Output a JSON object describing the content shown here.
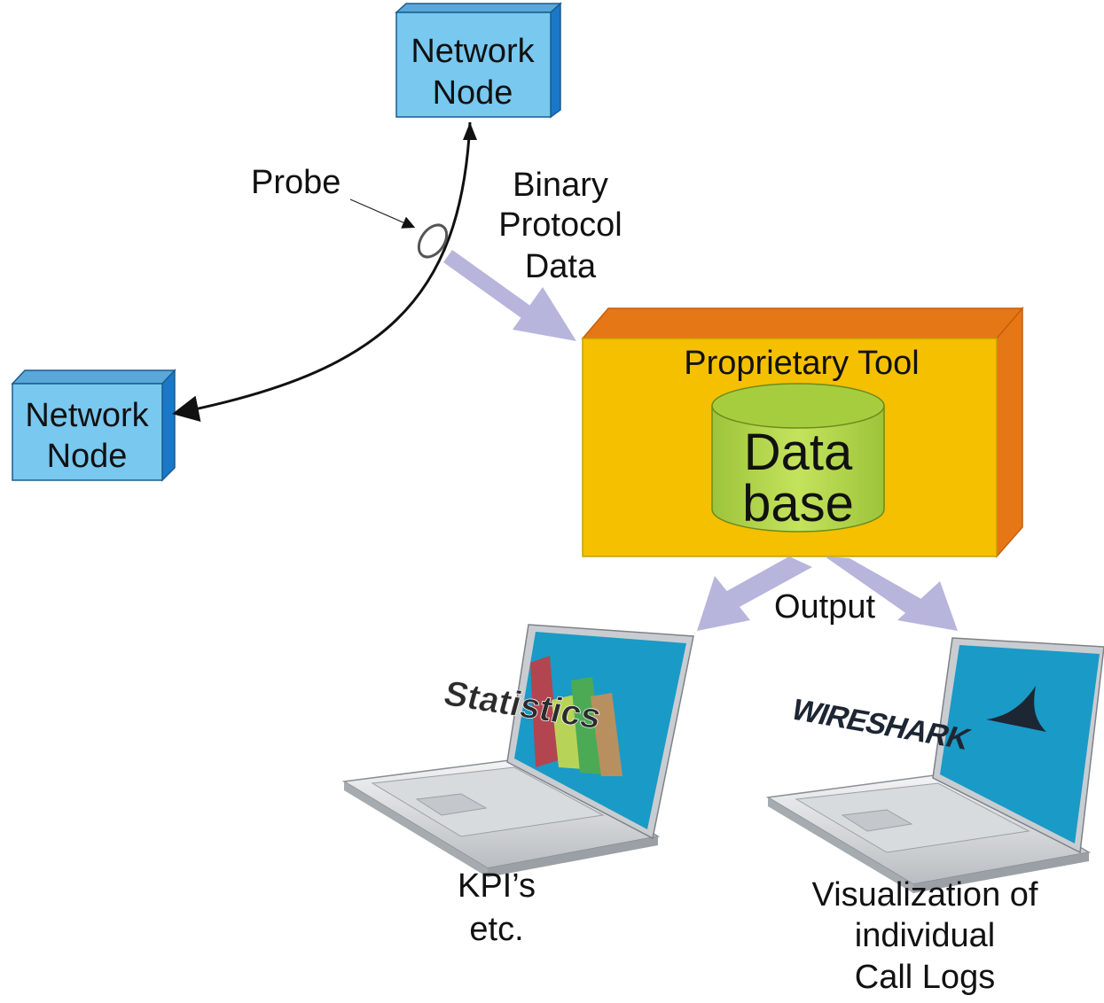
{
  "nodes": {
    "top": {
      "line1": "Network",
      "line2": "Node"
    },
    "left": {
      "line1": "Network",
      "line2": "Node"
    }
  },
  "probe_label": "Probe",
  "binary_label": {
    "line1": "Binary",
    "line2": "Protocol",
    "line3": "Data"
  },
  "tool": {
    "title": "Proprietary Tool",
    "database": {
      "line1": "Data",
      "line2": "base"
    }
  },
  "output_label": "Output",
  "laptops": {
    "left": {
      "screen_text": "Statistics",
      "caption_line1": "KPI’s",
      "caption_line2": "etc."
    },
    "right": {
      "screen_logo": "WIRESHARK",
      "caption_line1": "Visualization of",
      "caption_line2": "individual",
      "caption_line3": "Call Logs"
    }
  },
  "colors": {
    "node_face": "#78c8f0",
    "tool_face": "#f5c000",
    "tool_side": "#e57716",
    "database": "#b7d94a",
    "flow_arrow": "#b8b5dc",
    "laptop_screen": "#1a9ac6"
  }
}
